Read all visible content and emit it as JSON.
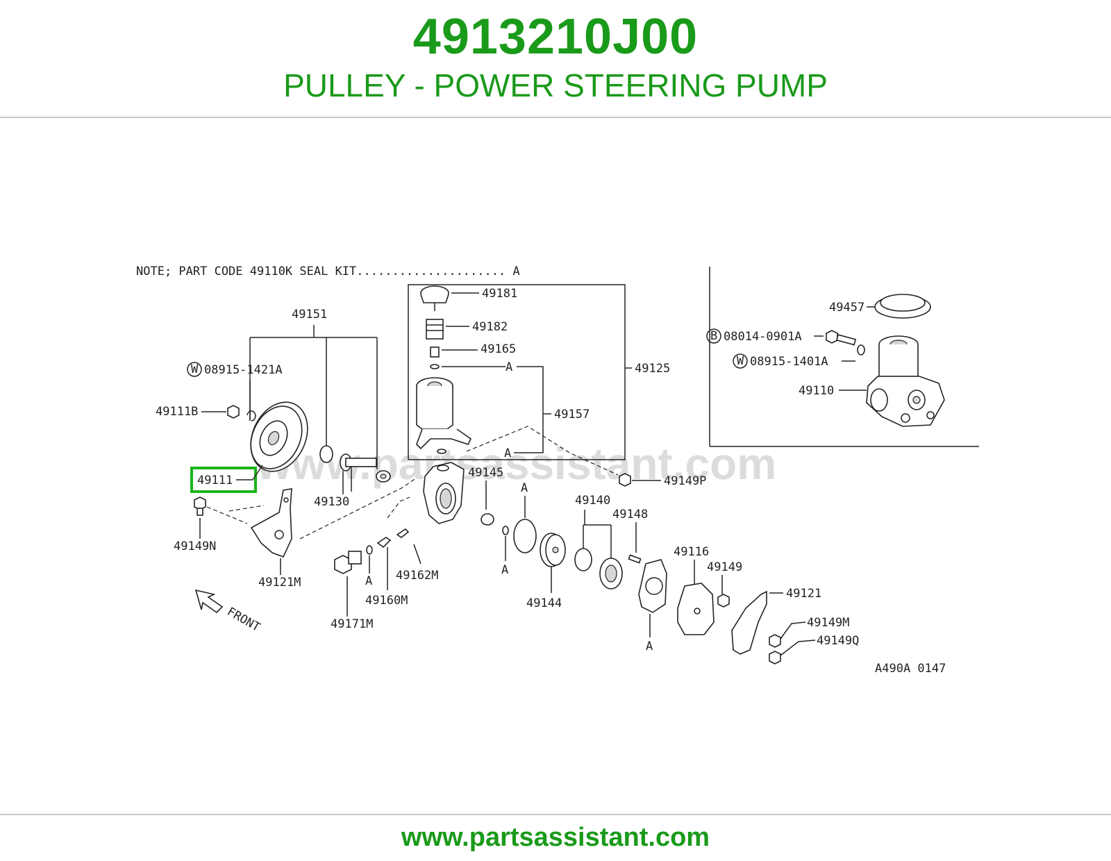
{
  "header": {
    "part_number": "4913210J00",
    "part_name": "PULLEY - POWER STEERING PUMP"
  },
  "footer": {
    "url": "www.partsassistant.com"
  },
  "diagram": {
    "watermark": "www.partsassistant.com",
    "note": "NOTE; PART CODE 49110K SEAL KIT..................... A",
    "figure_code": "A490A 0147",
    "front_label": "FRONT",
    "highlighted_part": "49111",
    "labels": {
      "p49151": "49151",
      "p08915_1421A": "08915-1421A",
      "p49111B": "49111B",
      "p49111": "49111",
      "p49149N": "49149N",
      "p49130": "49130",
      "p49121M": "49121M",
      "p49181": "49181",
      "p49182": "49182",
      "p49165": "49165",
      "p49125": "49125",
      "p49157": "49157",
      "p49145": "49145",
      "p49149P": "49149P",
      "p49140": "49140",
      "p49148": "49148",
      "p49162M": "49162M",
      "p49160M": "49160M",
      "p49171M": "49171M",
      "p49144": "49144",
      "p49116": "49116",
      "p49149": "49149",
      "p49121": "49121",
      "p49149M": "49149M",
      "p49149Q": "49149Q",
      "p49457": "49457",
      "p08014_0901A": "08014-0901A",
      "p08915_1401A": "08915-1401A",
      "p49110": "49110",
      "ref_A": "A",
      "mark_W": "W",
      "mark_B": "B"
    }
  },
  "colors": {
    "brand_green": "#1a9a1a",
    "highlight_green": "#19b519",
    "rule_gray": "#c8c8c8"
  }
}
